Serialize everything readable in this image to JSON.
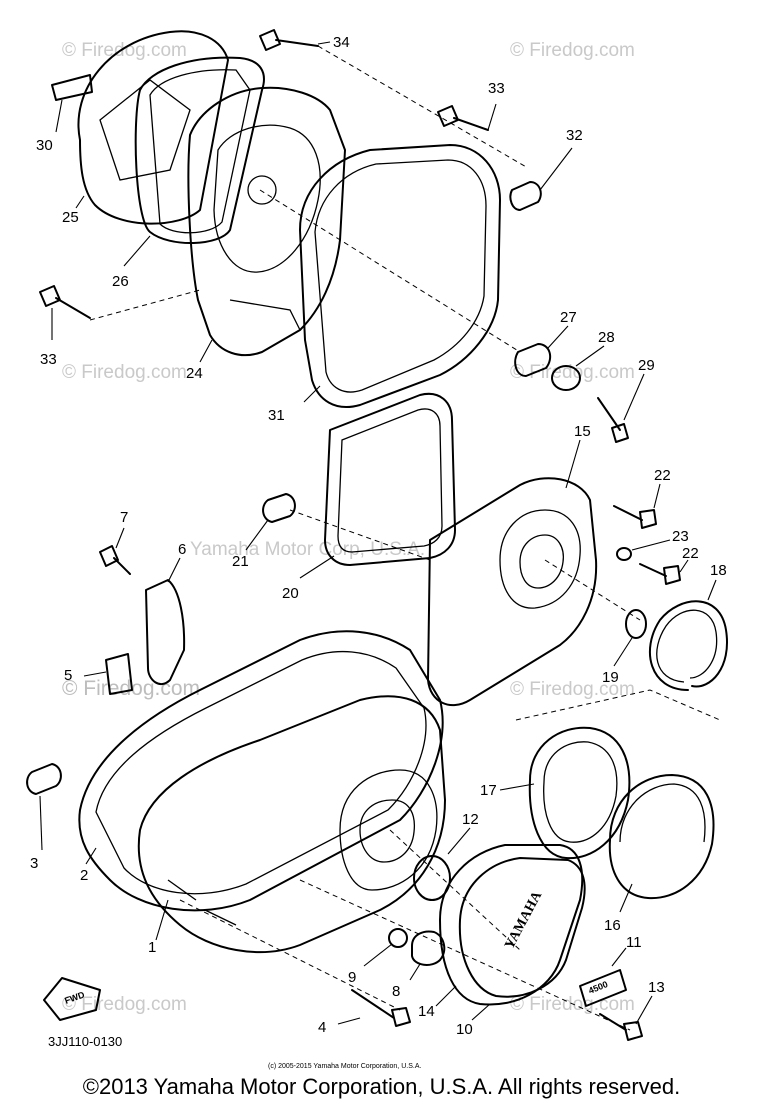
{
  "diagram": {
    "watermarks": [
      "© Firedog.com",
      "© Firedog.com",
      "© Firedog.com",
      "© Firedog.com",
      "© Firedog.com",
      "© Firedog.com",
      "© Firedog.com",
      "© Firedog.com",
      "Yamaha Motor Corp, U.S.A."
    ],
    "part_labels": [
      "34",
      "33",
      "32",
      "30",
      "25",
      "26",
      "33",
      "24",
      "27",
      "28",
      "29",
      "31",
      "15",
      "22",
      "23",
      "22",
      "18",
      "7",
      "6",
      "21",
      "20",
      "5",
      "19",
      "17",
      "12",
      "3",
      "2",
      "1",
      "16",
      "11",
      "9",
      "8",
      "14",
      "10",
      "13",
      "4"
    ],
    "diagram_code": "3JJ110-0130",
    "small_copyright": "(c) 2005-2015 Yamaha Motor Corporation, U.S.A.",
    "fwd_label": "FWD",
    "cover_logo": "YAMAHA",
    "plate_label": "4500"
  },
  "footer": {
    "copyright": "©2013 Yamaha Motor Corporation, U.S.A. All rights reserved."
  }
}
